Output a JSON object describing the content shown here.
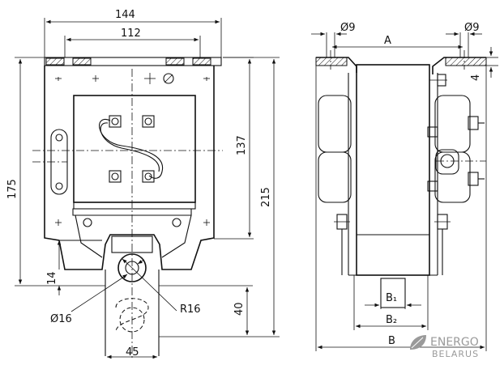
{
  "front_view": {
    "dim_width_outer": "144",
    "dim_width_holes": "112",
    "dim_height_175": "175",
    "dim_height_137": "137",
    "dim_height_215": "215",
    "dim_14": "14",
    "dim_40": "40",
    "dim_45": "45",
    "dim_hole_dia": "Ø16",
    "dim_radius": "R16"
  },
  "side_view": {
    "dim_hole_left": "Ø9",
    "dim_hole_right": "Ø9",
    "dim_A": "A",
    "dim_4": "4",
    "dim_B1": "B₁",
    "dim_B2": "B₂",
    "dim_B": "B"
  },
  "watermark": {
    "line1": "ENERGO",
    "line2": "BELARUS",
    "color": "#9a9a9a"
  }
}
